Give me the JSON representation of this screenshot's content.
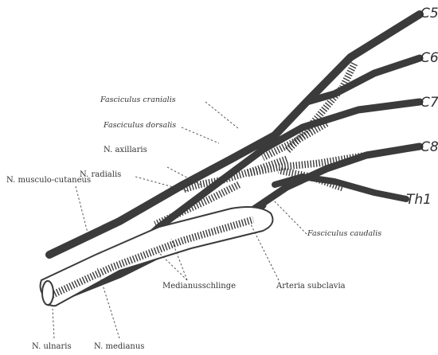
{
  "roots": {
    "c5": "C5",
    "c6": "C6",
    "c7": "C7",
    "c8": "C8",
    "th1": "Th1"
  },
  "labels": {
    "fasciculus_cranialis": "Fasciculus cranialis",
    "fasciculus_dorsalis": "Fasciculus dorsalis",
    "n_axillaris": "N. axillaris",
    "n_radialis": "N. radialis",
    "n_musculocutaneus": "N. musculo-cutaneus",
    "fasciculus_caudalis": "Fasciculus caudalis",
    "medianusschlinge": "Medianusschlinge",
    "arteria_subclavia": "Arteria subclavia",
    "n_ulnaris": "N. ulnaris",
    "n_medianus": "N. medianus"
  },
  "colors": {
    "ink": "#3b3b3b",
    "background": "#ffffff"
  }
}
